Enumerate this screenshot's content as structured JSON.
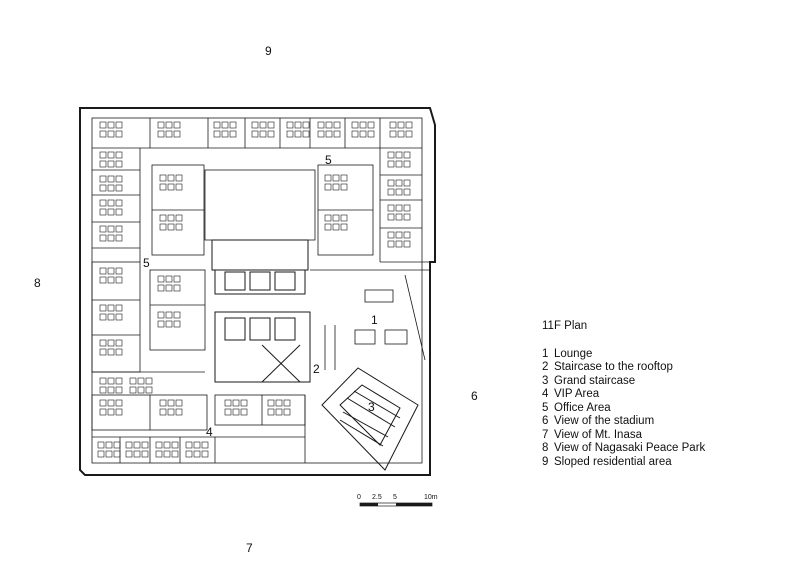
{
  "plan": {
    "title": "11F Plan",
    "legend": [
      {
        "num": "1",
        "text": "Lounge"
      },
      {
        "num": "2",
        "text": "Staircase to the rooftop"
      },
      {
        "num": "3",
        "text": "Grand staircase"
      },
      {
        "num": "4",
        "text": "VIP Area"
      },
      {
        "num": "5",
        "text": "Office Area"
      },
      {
        "num": "6",
        "text": "View of the stadium"
      },
      {
        "num": "7",
        "text": "View of Mt. Inasa"
      },
      {
        "num": "8",
        "text": "View of Nagasaki Peace Park"
      },
      {
        "num": "9",
        "text": "Sloped residential area"
      }
    ],
    "markers": {
      "view_top": "9",
      "view_left": "8",
      "view_right": "6",
      "view_bottom": "7",
      "lounge": "1",
      "staircase_rooftop": "2",
      "grand_staircase": "3",
      "vip_area": "4",
      "office_top": "5",
      "office_left": "5"
    },
    "scale_bar": {
      "ticks": [
        "0",
        "2.5",
        "5",
        "10m"
      ]
    },
    "colors": {
      "line": "#1a1a1a",
      "background": "#ffffff"
    }
  }
}
